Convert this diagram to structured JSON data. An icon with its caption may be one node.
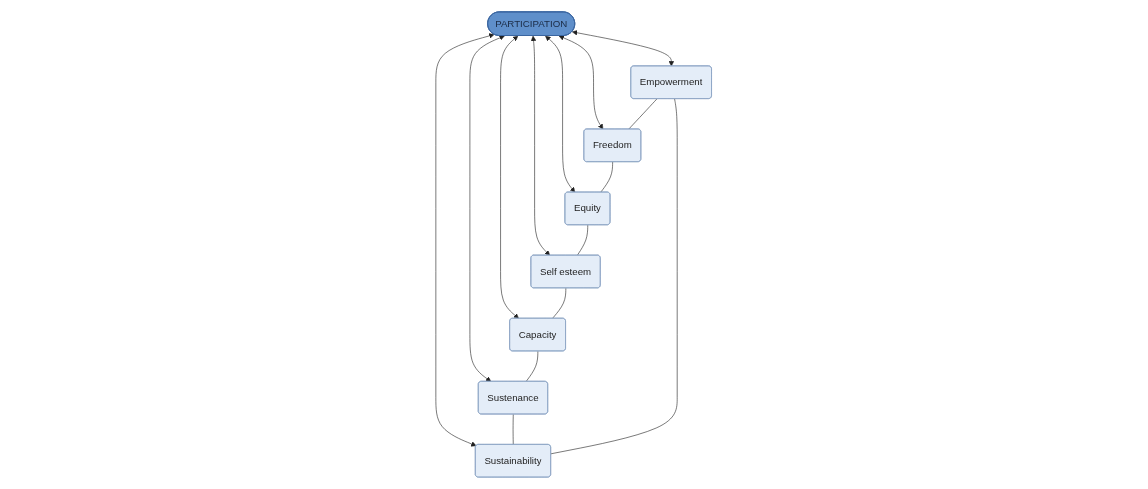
{
  "diagram": {
    "nodes": [
      {
        "text": [
          "Empowerment"
        ]
      },
      {
        "text": [
          "Sustainability"
        ]
      },
      {
        "text": [
          "Freedom"
        ]
      },
      {
        "text": [
          "PARTICIPATION"
        ]
      },
      {
        "text": [
          "Sustenance"
        ]
      },
      {
        "text": [
          "Equity"
        ]
      },
      {
        "text": [
          "Capacity"
        ]
      },
      {
        "text": [
          "Self esteem"
        ]
      }
    ],
    "edges": [
      {
        "from": 3,
        "to": 0,
        "arrow": "both"
      },
      {
        "from": 3,
        "to": 1,
        "arrow": "both"
      },
      {
        "from": 3,
        "to": 2,
        "arrow": "both"
      },
      {
        "from": 3,
        "to": 4,
        "arrow": "both"
      },
      {
        "from": 3,
        "to": 5,
        "arrow": "both"
      },
      {
        "from": 3,
        "to": 6,
        "arrow": "both"
      },
      {
        "from": 3,
        "to": 7,
        "arrow": "both"
      },
      {
        "from": 1,
        "to": 0,
        "arrow": "none"
      },
      {
        "from": 0,
        "to": 2,
        "arrow": "none"
      },
      {
        "from": 2,
        "to": 5,
        "arrow": "none"
      },
      {
        "from": 5,
        "to": 7,
        "arrow": "none"
      },
      {
        "from": 7,
        "to": 6,
        "arrow": "none"
      },
      {
        "from": 6,
        "to": 4,
        "arrow": "none"
      },
      {
        "from": 4,
        "to": 1,
        "arrow": "none"
      }
    ]
  }
}
